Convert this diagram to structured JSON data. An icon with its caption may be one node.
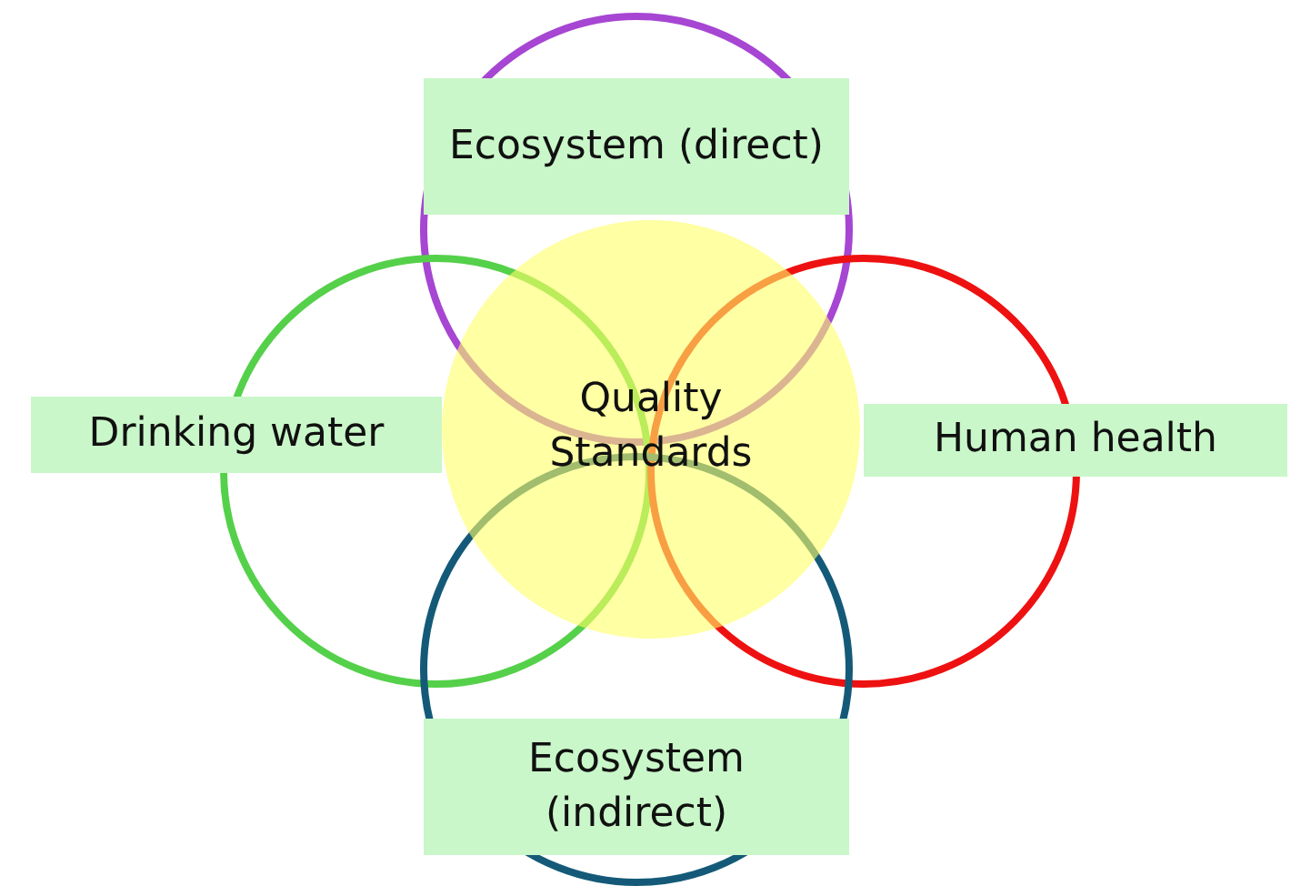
{
  "diagram": {
    "nodes": [
      {
        "text": [
          "Quality Standards"
        ]
      },
      {
        "text": [
          "Ecosystem (direct)"
        ]
      },
      {
        "text": [
          "Drinking water"
        ]
      },
      {
        "text": [
          "Human health"
        ]
      },
      {
        "text": [
          "Ecosystem (indirect)"
        ]
      }
    ]
  }
}
